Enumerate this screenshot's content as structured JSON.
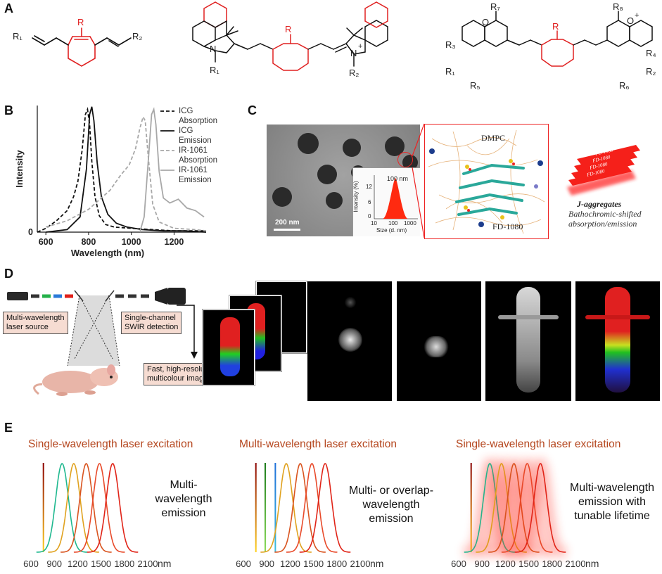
{
  "panels": {
    "A": {
      "letter": "A",
      "struct1": {
        "R": "R",
        "R1": "R₁",
        "R2": "R₂"
      },
      "struct2": {
        "R": "R",
        "R1": "R₁",
        "R2": "R₂",
        "N_left": "N",
        "N_right": "N",
        "plus": "+"
      },
      "struct3": {
        "R": "R",
        "R1": "R₁",
        "R2": "R₂",
        "R3": "R₃",
        "R4": "R₄",
        "R5": "R₅",
        "R6": "R₆",
        "R7": "R₇",
        "R8": "R₈",
        "O_left": "O",
        "O_right": "O",
        "plus": "+"
      }
    },
    "B": {
      "letter": "B"
    },
    "C": {
      "letter": "C",
      "scale_bar": "200 nm",
      "inset": {
        "peak_label": "100 nm",
        "ylabel": "Intensity (%)",
        "xlabel": "Size (d. nm)",
        "yticks": [
          "12",
          "6",
          "0"
        ],
        "xticks": [
          "10",
          "100",
          "1000"
        ]
      },
      "dmpc": "DMPC",
      "fd": "FD-1080",
      "stack_label": "FD-1080",
      "jagg_title": "J-aggregates",
      "jagg_sub1": "Bathochromic-shifted",
      "jagg_sub2": "absorption/emission"
    },
    "D": {
      "letter": "D",
      "laser_label_1": "Multi-wavelength",
      "laser_label_2": "laser source",
      "detect_label_1": "Single-channel",
      "detect_label_2": "SWIR detection",
      "images_label_1": "Fast, high-resolution",
      "images_label_2": "multicolour images"
    },
    "E": {
      "letter": "E",
      "heading1": "Single-wavelength laser excitation",
      "heading2": "Multi-wavelength laser excitation",
      "heading3": "Single-wavelength laser excitation",
      "text1_l1": "Multi-",
      "text1_l2": "wavelength",
      "text1_l3": "emission",
      "text2_l1": "Multi- or overlap-",
      "text2_l2": "wavelength",
      "text2_l3": "emission",
      "text3_l1": "Multi-wavelength",
      "text3_l2": "emission with",
      "text3_l3": "tunable lifetime",
      "xticks": [
        "600",
        "900",
        "1200",
        "1500",
        "1800",
        "2100"
      ],
      "unit": "nm"
    }
  },
  "chart_data": [
    {
      "type": "line",
      "xlabel": "Wavelength (nm)",
      "ylabel": "Intensity",
      "xlim": [
        560,
        1350
      ],
      "ylim": [
        0,
        1
      ],
      "xticks": [
        600,
        800,
        1000,
        1200
      ],
      "yticks": [
        0
      ],
      "legend_position": "right",
      "series": [
        {
          "name": "ICG Absorption",
          "style": "dashed",
          "color": "#111111",
          "x": [
            560,
            600,
            650,
            700,
            730,
            750,
            770,
            785,
            795,
            805,
            815,
            830,
            850,
            880,
            920,
            1000,
            1100,
            1200,
            1300,
            1350
          ],
          "y": [
            0.0,
            0.03,
            0.09,
            0.17,
            0.28,
            0.4,
            0.65,
            0.93,
            0.97,
            0.85,
            0.56,
            0.28,
            0.13,
            0.06,
            0.04,
            0.03,
            0.02,
            0.01,
            0.01,
            0.01
          ]
        },
        {
          "name": "ICG Emission",
          "style": "solid",
          "color": "#111111",
          "x": [
            600,
            700,
            760,
            790,
            805,
            815,
            825,
            840,
            860,
            890,
            930,
            980,
            1050,
            1150,
            1250,
            1350
          ],
          "y": [
            0.0,
            0.02,
            0.12,
            0.5,
            0.93,
            0.99,
            0.88,
            0.55,
            0.28,
            0.14,
            0.07,
            0.04,
            0.02,
            0.01,
            0.01,
            0.0
          ]
        },
        {
          "name": "IR-1061 Absorption",
          "style": "dashed",
          "color": "#a8a8a8",
          "x": [
            600,
            700,
            800,
            900,
            950,
            990,
            1020,
            1040,
            1055,
            1065,
            1080,
            1100,
            1130,
            1200,
            1300,
            1350
          ],
          "y": [
            0.04,
            0.09,
            0.18,
            0.33,
            0.45,
            0.53,
            0.66,
            0.82,
            0.91,
            0.88,
            0.58,
            0.22,
            0.08,
            0.03,
            0.02,
            0.01
          ]
        },
        {
          "name": "IR-1061 Emission",
          "style": "solid",
          "color": "#a8a8a8",
          "x": [
            1040,
            1060,
            1080,
            1095,
            1105,
            1115,
            1130,
            1150,
            1180,
            1220,
            1260,
            1300,
            1340
          ],
          "y": [
            0.0,
            0.12,
            0.58,
            0.93,
            0.97,
            0.85,
            0.48,
            0.27,
            0.23,
            0.26,
            0.19,
            0.17,
            0.12
          ]
        }
      ]
    },
    {
      "type": "line",
      "title": "Single-wavelength laser excitation",
      "xlabel": "nm",
      "xlim": [
        600,
        2100
      ],
      "xticks": [
        600,
        900,
        1200,
        1500,
        1800,
        2100
      ],
      "excitation_lines": [
        {
          "x": 760,
          "colors": [
            "#8b0000",
            "#ffd21f"
          ]
        }
      ],
      "emission_peaks": [
        {
          "center": 1000,
          "color": "#1fb88f"
        },
        {
          "center": 1150,
          "color": "#e0a21f"
        },
        {
          "center": 1310,
          "color": "#d9541f"
        },
        {
          "center": 1480,
          "color": "#e84a2a"
        },
        {
          "center": 1650,
          "color": "#e02418"
        }
      ]
    },
    {
      "type": "line",
      "title": "Multi-wavelength laser excitation",
      "xlabel": "nm",
      "xlim": [
        600,
        2100
      ],
      "xticks": [
        600,
        900,
        1200,
        1500,
        1800,
        2100
      ],
      "excitation_lines": [
        {
          "x": 760,
          "colors": [
            "#8b0000",
            "#ffd21f"
          ]
        },
        {
          "x": 880,
          "colors": [
            "#1a7a1a",
            "#8bdc5a"
          ]
        },
        {
          "x": 1010,
          "colors": [
            "#1f6fd9",
            "#3fbfdf"
          ]
        }
      ],
      "emission_peaks": [
        {
          "center": 1150,
          "color": "#e0a21f"
        },
        {
          "center": 1330,
          "color": "#d9541f"
        },
        {
          "center": 1480,
          "color": "#e84a2a"
        },
        {
          "center": 1650,
          "color": "#e02418"
        }
      ]
    },
    {
      "type": "line",
      "title": "Single-wavelength laser excitation",
      "xlabel": "nm",
      "xlim": [
        600,
        2100
      ],
      "xticks": [
        600,
        900,
        1200,
        1500,
        1800,
        2100
      ],
      "glow": true,
      "excitation_lines": [
        {
          "x": 760,
          "colors": [
            "#8b0000",
            "#ffd21f"
          ]
        }
      ],
      "emission_peaks": [
        {
          "center": 1000,
          "color": "#1fb88f"
        },
        {
          "center": 1150,
          "color": "#e0a21f"
        },
        {
          "center": 1310,
          "color": "#d9541f"
        },
        {
          "center": 1480,
          "color": "#e84a2a"
        },
        {
          "center": 1650,
          "color": "#e02418"
        }
      ]
    }
  ]
}
